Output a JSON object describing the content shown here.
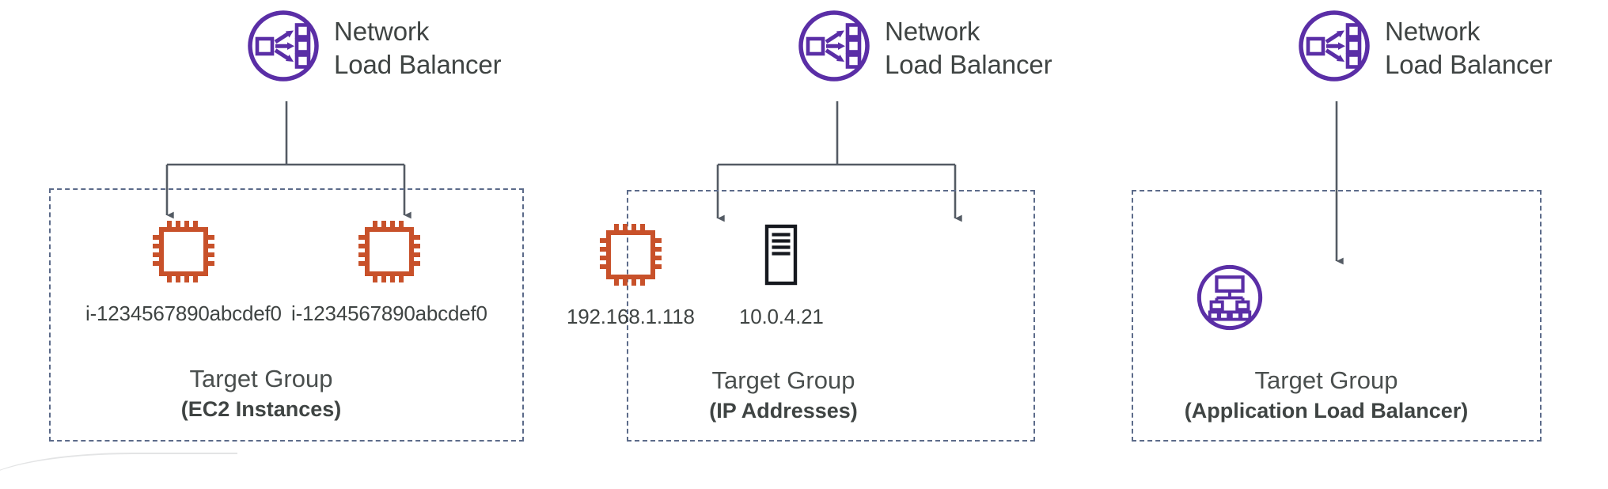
{
  "diagram": {
    "title": "Network Load Balancer target group types",
    "colors": {
      "aws_purple": "#5a2ea6",
      "ec2_orange": "#c8512a",
      "connector_gray": "#545b64",
      "dashed_border": "#5c6b8a",
      "text": "#3f4443",
      "server_black": "#16191f"
    }
  },
  "columns": [
    {
      "id": "ec2-instances",
      "load_balancer": {
        "icon": "network-load-balancer-icon",
        "label_line1": "Network",
        "label_line2": "Load Balancer"
      },
      "target_group": {
        "title": "Target Group",
        "subtitle": "(EC2 Instances)",
        "targets": [
          {
            "icon": "ec2-instance-icon",
            "label": "i-1234567890abcdef0"
          },
          {
            "icon": "ec2-instance-icon",
            "label": "i-1234567890abcdef0"
          }
        ]
      }
    },
    {
      "id": "ip-addresses",
      "load_balancer": {
        "icon": "network-load-balancer-icon",
        "label_line1": "Network",
        "label_line2": "Load Balancer"
      },
      "target_group": {
        "title": "Target Group",
        "subtitle": "(IP Addresses)",
        "targets": [
          {
            "icon": "ec2-instance-icon",
            "label": "192.168.1.118"
          },
          {
            "icon": "server-icon",
            "label": "10.0.4.21"
          }
        ]
      }
    },
    {
      "id": "application-load-balancer",
      "load_balancer": {
        "icon": "network-load-balancer-icon",
        "label_line1": "Network",
        "label_line2": "Load Balancer"
      },
      "target_group": {
        "title": "Target Group",
        "subtitle": "(Application Load Balancer)",
        "targets": [
          {
            "icon": "application-load-balancer-icon",
            "label": ""
          }
        ]
      }
    }
  ]
}
